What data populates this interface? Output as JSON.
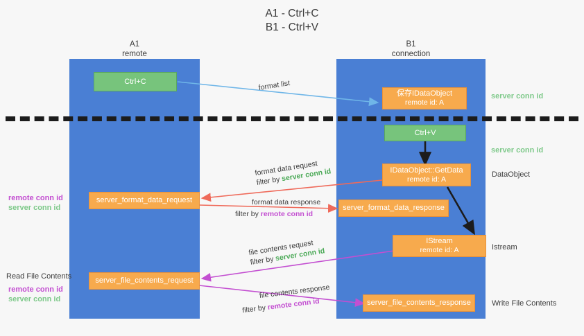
{
  "title": {
    "line1": "A1 - Ctrl+C",
    "line2": "B1 - Ctrl+V"
  },
  "lanes": [
    {
      "name": "A1",
      "sub": "remote"
    },
    {
      "name": "B1",
      "sub": "connection"
    }
  ],
  "boxes": {
    "ctrl_c": "Ctrl+C",
    "ctrl_v": "Ctrl+V",
    "save_idataobject_l1": "保存IDataObject",
    "save_idataobject_l2": "remote id: A",
    "getdata_l1": "IDataObject::GetData",
    "getdata_l2": "remote id: A",
    "istream_l1": "IStream",
    "istream_l2": "remote id: A",
    "server_format_data_request": "server_format_data_request",
    "server_format_data_response": "server_format_data_response",
    "server_file_contents_request": "server_file_contents_request",
    "server_file_contents_response": "server_file_contents_response"
  },
  "arrows": {
    "format_list": "format list",
    "format_data_request": "format data request",
    "format_data_request_filter_prefix": "filter by ",
    "format_data_request_filter_key": "server conn id",
    "format_data_response": "format data response",
    "format_data_response_filter_prefix": "filter by ",
    "format_data_response_filter_key": "remote conn id",
    "file_contents_request": "file contents request",
    "file_contents_request_filter_prefix": "filter by ",
    "file_contents_request_filter_key": "server conn id",
    "file_contents_response": "file contents response",
    "file_contents_response_filter_prefix": "filter by ",
    "file_contents_response_filter_key": "remote conn id"
  },
  "right_labels": {
    "server_conn_id_top": "server conn id",
    "server_conn_id_mid": "server conn id",
    "dataobject": "DataObject",
    "istream": "Istream",
    "write_file_contents": "Write File Contents"
  },
  "left_labels": {
    "remote_conn_id_1": "remote conn id",
    "server_conn_id_1": "server conn id",
    "read_file_contents": "Read File Contents",
    "remote_conn_id_2": "remote conn id",
    "server_conn_id_2": "server conn id"
  },
  "colors": {
    "lane": "#4a7fd4",
    "green_box": "#77c47c",
    "orange_box": "#f7aa4d",
    "arrow_light_blue": "#6fb6e8",
    "arrow_black": "#1c1c1c",
    "arrow_red": "#ef6a5a",
    "arrow_magenta": "#c34fd1",
    "text_green": "#57b85f",
    "text_purple": "#c34fd1",
    "background": "#f7f7f7"
  }
}
